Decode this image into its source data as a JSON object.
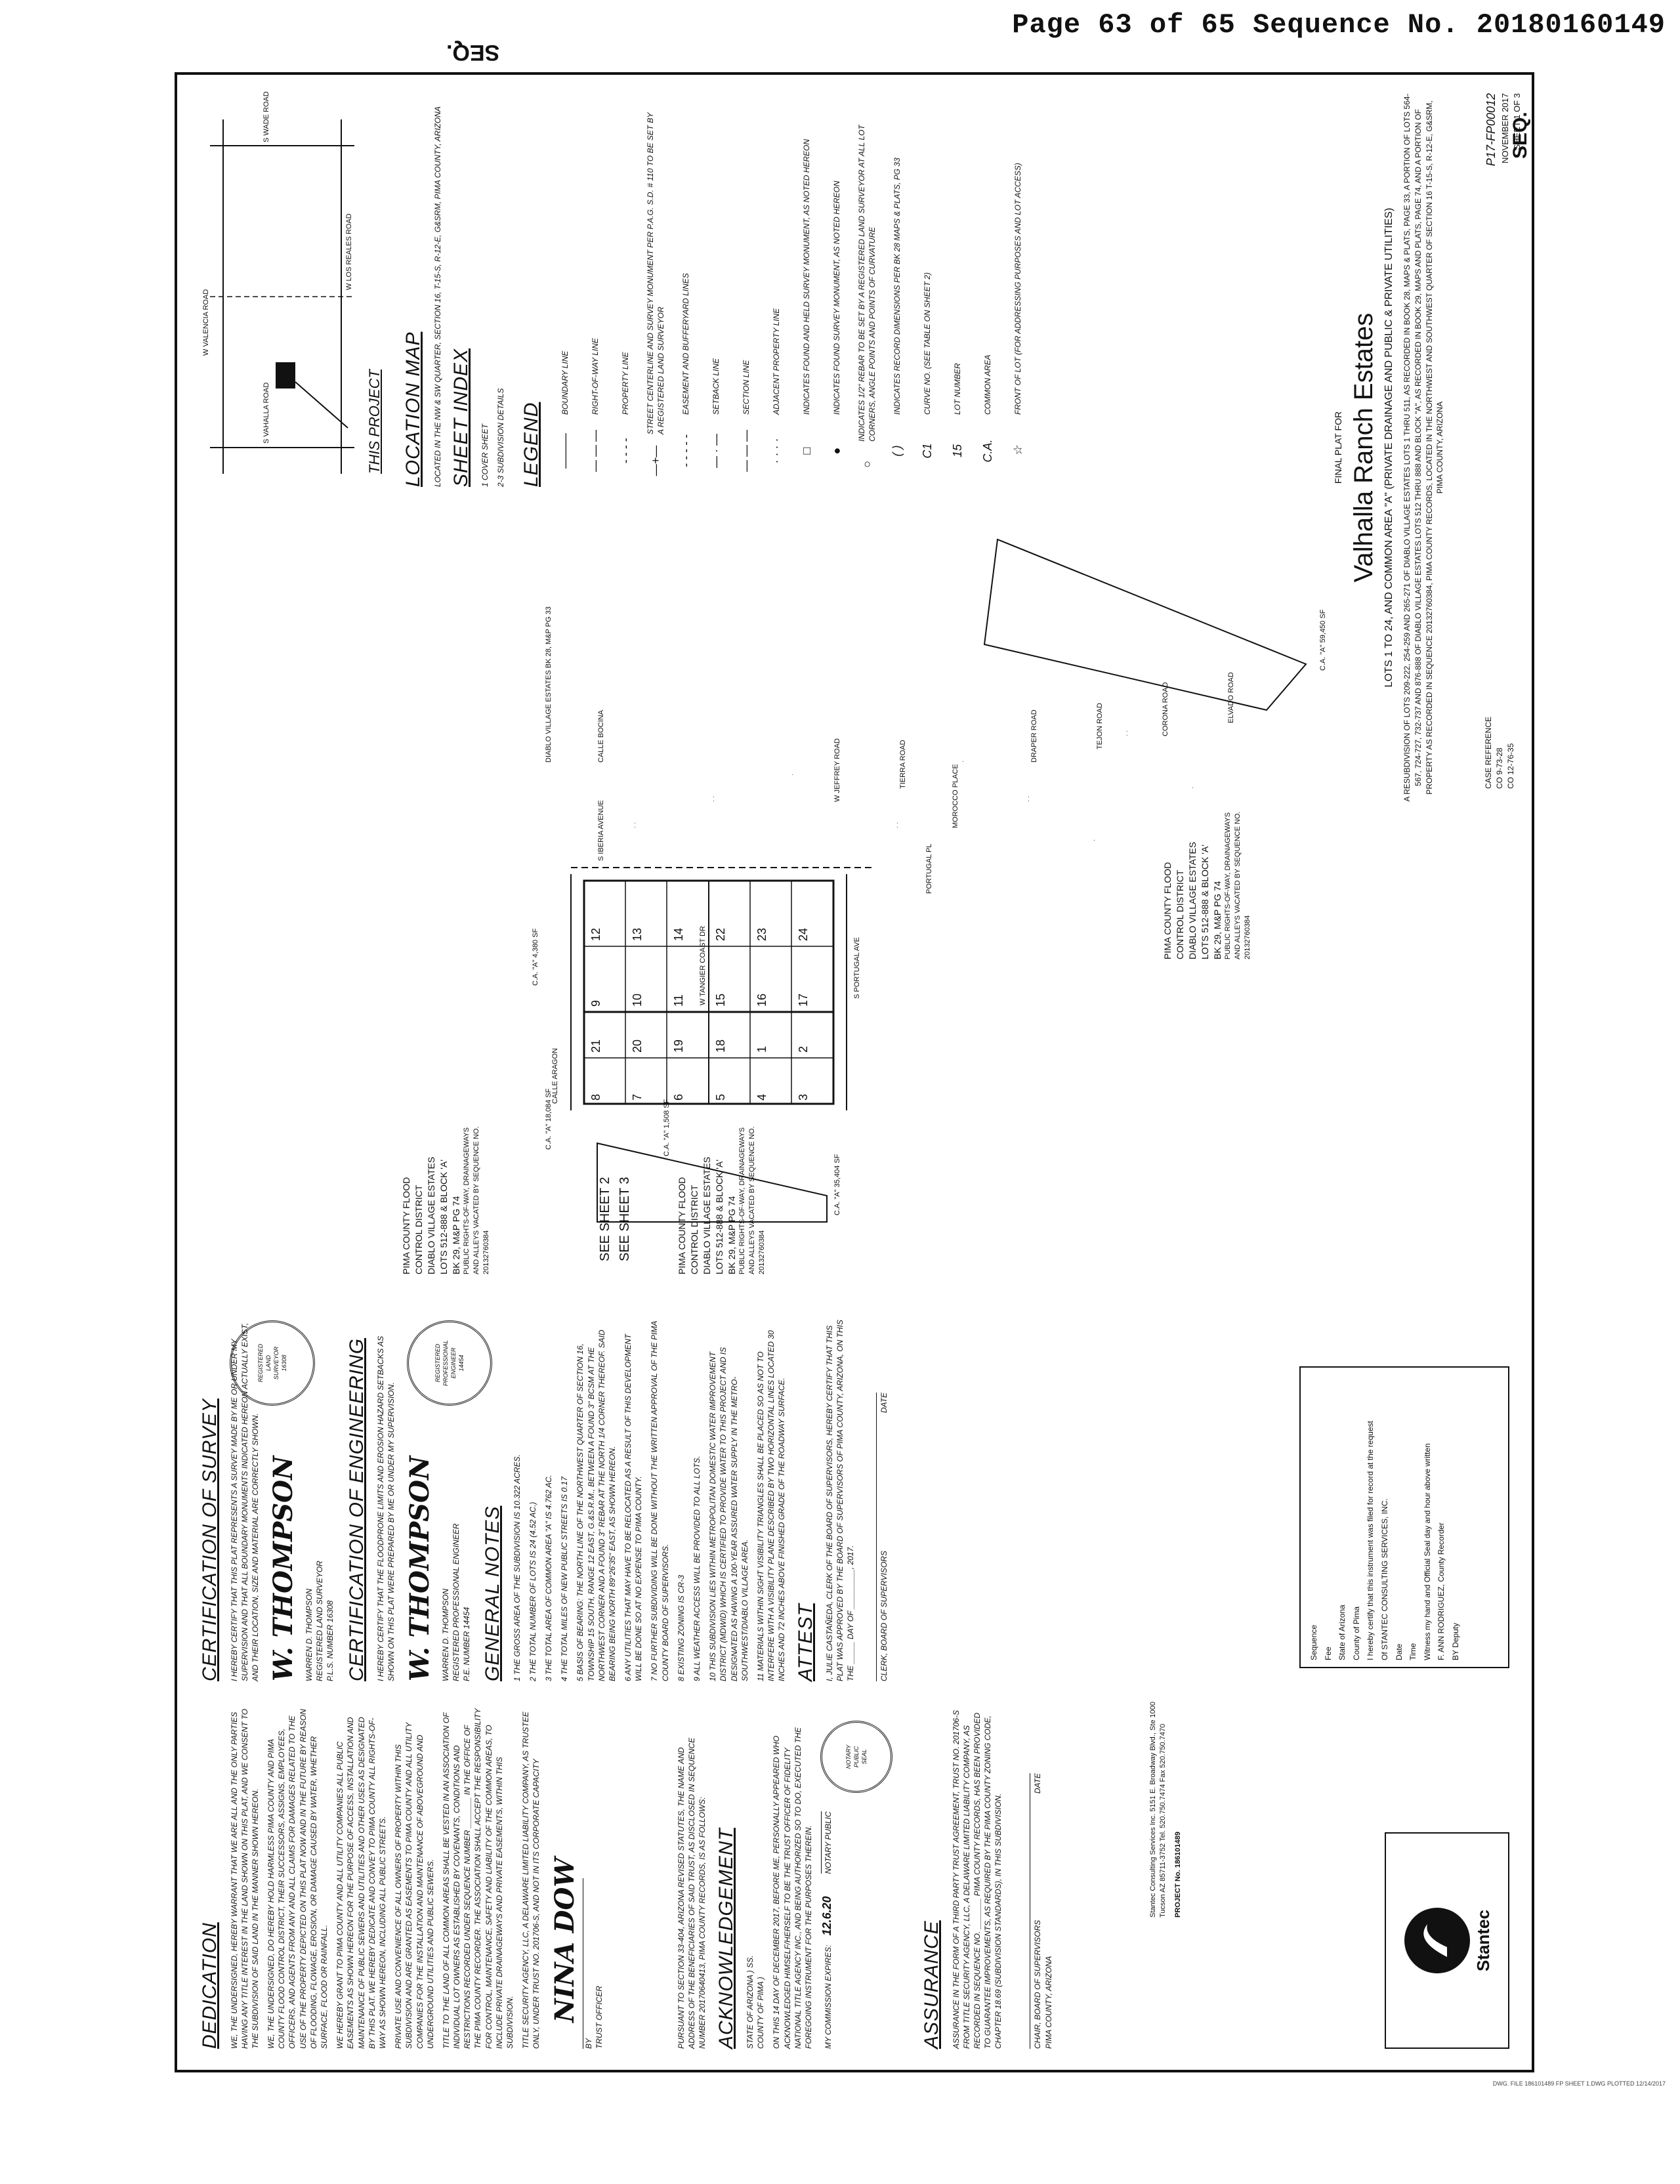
{
  "header": {
    "page_line": "Page 63 of 65 Sequence No. 20180160149",
    "seq_top": "SEQ."
  },
  "dedication": {
    "title": "DEDICATION",
    "paragraphs": [
      "WE, THE UNDERSIGNED, HEREBY WARRANT THAT WE ARE ALL AND THE ONLY PARTIES HAVING ANY TITLE INTEREST IN THE LAND SHOWN ON THIS PLAT, AND WE CONSENT TO THE SUBDIVISION OF SAID LAND IN THE MANNER SHOWN HEREON.",
      "WE, THE UNDERSIGNED, DO HEREBY HOLD HARMLESS PIMA COUNTY AND PIMA COUNTY FLOOD CONTROL DISTRICT, THEIR SUCCESSORS, ASSIGNS, EMPLOYEES, OFFICERS, AND AGENTS FROM ANY AND ALL CLAIMS FOR DAMAGES RELATED TO THE USE OF THE PROPERTY DEPICTED ON THIS PLAT NOW AND IN THE FUTURE BY REASON OF FLOODING, FLOWAGE, EROSION, OR DAMAGE CAUSED BY WATER, WHETHER SURFACE, FLOOD OR RAINFALL.",
      "WE HEREBY GRANT TO PIMA COUNTY AND ALL UTILITY COMPANIES ALL PUBLIC EASEMENTS AS SHOWN HEREON FOR THE PURPOSE OF ACCESS, INSTALLATION AND MAINTENANCE OF PUBLIC SEWERS AND UTILITIES AND OTHER USES AS DESIGNATED BY THIS PLAT. WE HEREBY DEDICATE AND CONVEY TO PIMA COUNTY ALL RIGHTS-OF-WAY AS SHOWN HEREON, INCLUDING ALL PUBLIC STREETS.",
      "PRIVATE USE AND CONVENIENCE OF ALL OWNERS OF PROPERTY WITHIN THIS SUBDIVISION AND ARE GRANTED AS EASEMENTS TO PIMA COUNTY AND ALL UTILITY COMPANIES FOR THE INSTALLATION AND MAINTENANCE OF ABOVEGROUND AND UNDERGROUND UTILITIES AND PUBLIC SEWERS.",
      "TITLE TO THE LAND OF ALL COMMON AREAS SHALL BE VESTED IN AN ASSOCIATION OF INDIVIDUAL LOT OWNERS AS ESTABLISHED BY COVENANTS, CONDITIONS AND RESTRICTIONS RECORDED UNDER SEQUENCE NUMBER _______ IN THE OFFICE OF THE PIMA COUNTY RECORDER. THE ASSOCIATION SHALL ACCEPT THE RESPONSIBILITY FOR CONTROL, MAINTENANCE, SAFETY AND LIABILITY OF THE COMMON AREAS, TO INCLUDE PRIVATE DRAINAGEWAYS AND PRIVATE EASEMENTS, WITHIN THIS SUBDIVISION.",
      "TITLE SECURITY AGENCY, LLC, A DELAWARE LIMITED LIABILITY COMPANY, AS TRUSTEE ONLY, UNDER TRUST NO. 201706-S, AND NOT IN ITS CORPORATE CAPACITY"
    ],
    "by": "BY",
    "trust_officer": "TRUST OFFICER"
  },
  "acknowledgement": {
    "title": "ACKNOWLEDGEMENT",
    "state": "STATE OF ARIZONA  ) SS.",
    "county": "COUNTY OF PIMA  )",
    "body": "ON THIS 14 DAY OF DECEMBER 2017, BEFORE ME, PERSONALLY APPEARED WHO ACKNOWLEDGED HIMSELF/HERSELF TO BE THE TRUST OFFICER OF FIDELITY NATIONAL TITLE AGENCY INC., AND BEING AUTHORIZED SO TO DO, EXECUTED THE FOREGOING INSTRUMENT FOR THE PURPOSES THEREIN.",
    "commission": "MY COMMISSION EXPIRES:",
    "commission_date": "12.6.20",
    "notary": "NOTARY PUBLIC",
    "pursuant": "PURSUANT TO SECTION 33-404, ARIZONA REVISED STATUTES, THE NAME AND ADDRESS OF THE BENEFICIARIES OF SAID TRUST, AS DISCLOSED IN SEQUENCE NUMBER 20170640413, PIMA COUNTY RECORDS, IS AS FOLLOWS:"
  },
  "assurance": {
    "title": "ASSURANCE",
    "body": "ASSURANCE IN THE FORM OF A THIRD PARTY TRUST AGREEMENT, TRUST NO. 201706-S FROM TITLE SECURITY AGENCY, LLC, A DELAWARE LIMITED LIABILITY COMPANY, AS RECORDED IN SEQUENCE NO. _______ PIMA COUNTY RECORDS, HAS BEEN PROVIDED TO GUARANTEE IMPROVEMENTS, AS REQUIRED BY THE PIMA COUNTY ZONING CODE, CHAPTER 18.69 (SUBDIVISION STANDARDS), IN THIS SUBDIVISION.",
    "chair": "CHAIR, BOARD OF SUPERVISORS",
    "chair2": "PIMA COUNTY, ARIZONA",
    "date": "DATE"
  },
  "stantec": {
    "name": "Stantec",
    "address": "Stantec Consulting Services Inc. 5151 E. Broadway Blvd., Ste 1000 Tucson AZ 85711-3752 Tel. 520.750.7474 Fax 520.750.7470",
    "project": "PROJECT No. 186101489"
  },
  "survey": {
    "title": "CERTIFICATION OF SURVEY",
    "body": "I HEREBY CERTIFY THAT THIS PLAT REPRESENTS A SURVEY MADE BY ME OR UNDER MY SUPERVISION AND THAT ALL BOUNDARY MONUMENTS INDICATED HEREON ACTUALLY EXIST, AND THEIR LOCATION, SIZE AND MATERIAL ARE CORRECTLY SHOWN.",
    "name": "WARREN D. THOMPSON",
    "role": "REGISTERED LAND SURVEYOR",
    "number": "P.L.S. NUMBER 16308"
  },
  "engineering": {
    "title": "CERTIFICATION OF ENGINEERING",
    "body": "I HEREBY CERTIFY THAT THE FLOODPRONE LIMITS AND EROSION HAZARD SETBACKS AS SHOWN ON THIS PLAT WERE PREPARED BY ME OR UNDER MY SUPERVISION.",
    "name": "WARREN D. THOMPSON",
    "role": "REGISTERED PROFESSIONAL ENGINEER",
    "number": "P.E. NUMBER 14454"
  },
  "general_notes": {
    "title": "GENERAL NOTES",
    "items": [
      "1  THE GROSS AREA OF THE SUBDIVISION IS 10.322 ACRES.",
      "2  THE TOTAL NUMBER OF LOTS IS 24 (4.52 Ac.)",
      "3  THE TOTAL AREA OF COMMON AREA \"A\" IS 4.762 AC.",
      "4  THE TOTAL MILES OF NEW PUBLIC STREETS IS 0.17",
      "5  BASIS OF BEARING: THE NORTH LINE OF THE NORTHWEST QUARTER OF SECTION 16, TOWNSHIP 15 SOUTH, RANGE 12 EAST, G.&S.R.M., BETWEEN A FOUND 3\" BCSM AT THE NORTHWEST CORNER AND A FOUND 3\" REBAR AT THE NORTH 1/4 CORNER THEREOF. SAID BEARING BEING NORTH 89°26'35\" EAST, AS SHOWN HEREON.",
      "6  ANY UTILITIES THAT MAY HAVE TO BE RELOCATED AS A RESULT OF THIS DEVELOPMENT WILL BE DONE SO AT NO EXPENSE TO PIMA COUNTY.",
      "7  NO FURTHER SUBDIVIDING WILL BE DONE WITHOUT THE WRITTEN APPROVAL OF THE PIMA COUNTY BOARD OF SUPERVISORS.",
      "8  EXISTING ZONING IS CR-3",
      "9  ALL WEATHER ACCESS WILL BE PROVIDED TO ALL LOTS.",
      "10  THIS SUBDIVISION LIES WITHIN METROPOLITAN DOMESTIC WATER IMPROVEMENT DISTRICT (MDWID) WHICH IS CERTIFIED TO PROVIDE WATER TO THIS PROJECT AND IS DESIGNATED AS HAVING A 100-YEAR ASSURED WATER SUPPLY IN THE METRO-SOUTHWEST/DIABLO VILLAGE AREA.",
      "11  MATERIALS WITHIN SIGHT VISIBILITY TRIANGLES SHALL BE PLACED SO AS NOT TO INTERFERE WITH A VISIBILITY PLANE DESCRIBED BY TWO HORIZONTAL LINES LOCATED 30 INCHES AND 72 INCHES ABOVE FINISHED GRADE OF THE ROADWAY SURFACE."
    ]
  },
  "attest": {
    "title": "ATTEST",
    "body": "I, JULIE CASTAÑEDA, CLERK OF THE BOARD OF SUPERVISORS, HEREBY CERTIFY THAT THIS PLAT WAS APPROVED BY THE BOARD OF SUPERVISORS OF PIMA COUNTY, ARIZONA, ON THIS THE _____ DAY OF _________, 2017.",
    "clerk": "CLERK, BOARD OF SUPERVISORS",
    "date": "DATE"
  },
  "recorder": {
    "lines": [
      "Sequence",
      "Fee",
      "State of Arizona",
      "County of Pima",
      "I hereby certify that this instrument was filed for record at the request",
      "Of STANTEC CONSULTING SERVICES, INC.",
      "Date",
      "Time",
      "Witness my hand and Official Seal day and hour above written",
      "F. ANN RODRIGUEZ, County Recorder",
      "BY  Deputy"
    ]
  },
  "map": {
    "pima_left": [
      "PIMA COUNTY FLOOD",
      "CONTROL DISTRICT",
      "Diablo Village Estates",
      "Lots 512-888 & Block 'A'",
      "Bk 29, M&P Pg 74",
      "PUBLIC RIGHTS-OF-WAY, DRAINAGEWAYS",
      "AND ALLEYS VACATED BY SEQUENCE NO.",
      "20132760384"
    ],
    "pima_mid": [
      "PIMA COUNTY FLOOD",
      "CONTROL DISTRICT",
      "Diablo Village Estates",
      "Lots 512-888 & Block 'A'",
      "Bk 29, M&P Pg 74",
      "PUBLIC RIGHTS-OF-WAY, DRAINAGEWAYS",
      "AND ALLEYS VACATED BY SEQUENCE NO.",
      "20132760384"
    ],
    "pima_right": [
      "PIMA COUNTY FLOOD",
      "CONTROL DISTRICT",
      "Diablo Village Estates",
      "Lots 512-888 & Block 'A'",
      "Bk 29, M&P Pg 74",
      "PUBLIC RIGHTS-OF-WAY, DRAINAGEWAYS",
      "AND ALLEYS VACATED BY SEQUENCE NO.",
      "20132760384"
    ],
    "see_sheet2": "SEE SHEET 2",
    "see_sheet3": "SEE SHEET 3",
    "ca1": "C.A. \"A\" 18,084 SF",
    "ca2": "C.A. \"A\" 1,508 SF",
    "ca3": "C.A. \"A\" 35,404 SF",
    "ca4": "C.A. \"A\" 4,380 SF",
    "ca5": "C.A. \"A\" 59,450 SF",
    "streets": [
      "CALLE ARAGON",
      "W TANGIER COAST DR",
      "S IBERIA AVENUE",
      "S PORTUGAL AVE",
      "CALLE BOCINA",
      "W JEFFREY ROAD",
      "TIERRA ROAD",
      "MOROCCO PLACE",
      "DRAPER ROAD",
      "TEJON ROAD",
      "CORONA ROAD",
      "ELVADO ROAD",
      "PORTUGAL PL"
    ],
    "lots": [
      "1",
      "2",
      "3",
      "4",
      "5",
      "6",
      "7",
      "8",
      "9",
      "10",
      "11",
      "12",
      "13",
      "14",
      "15",
      "16",
      "17",
      "18",
      "19",
      "20",
      "21",
      "22",
      "23",
      "24"
    ],
    "dve": "Diablo Village Estates Bk 28, M&P Pg 33"
  },
  "location_map": {
    "title": "LOCATION MAP",
    "caption": "LOCATED IN THE NW & SW QUARTER, SECTION 16, T-15-S, R-12-E, G&SRM, PIMA COUNTY, ARIZONA",
    "this_project": "THIS PROJECT",
    "roads": [
      "W VALENCIA ROAD",
      "S WADE ROAD",
      "S VAHALLA ROAD",
      "W LOS REALES ROAD"
    ]
  },
  "sheet_index": {
    "title": "SHEET INDEX",
    "items": [
      "1  COVER SHEET",
      "2-3  SUBDIVISION DETAILS"
    ]
  },
  "legend": {
    "title": "LEGEND",
    "items": [
      {
        "sym": "———",
        "text": "BOUNDARY LINE"
      },
      {
        "sym": "— — —",
        "text": "RIGHT-OF-WAY LINE"
      },
      {
        "sym": "- - - -",
        "text": "PROPERTY LINE"
      },
      {
        "sym": "—+—",
        "text": "STREET CENTERLINE AND SURVEY MONUMENT PER P.A.G. S.D. # 110 TO BE SET BY A REGISTERED LAND SURVEYOR"
      },
      {
        "sym": "- - - - -",
        "text": "EASEMENT AND BUFFERYARD LINES"
      },
      {
        "sym": "— · —",
        "text": "SETBACK LINE"
      },
      {
        "sym": "— — —",
        "text": "SECTION LINE"
      },
      {
        "sym": "· · · ·",
        "text": "ADJACENT PROPERTY LINE"
      },
      {
        "sym": "□",
        "text": "INDICATES FOUND AND HELD SURVEY MONUMENT, AS NOTED HEREON"
      },
      {
        "sym": "●",
        "text": "INDICATES FOUND SURVEY MONUMENT, AS NOTED HEREON"
      },
      {
        "sym": "○",
        "text": "INDICATES 1/2\" REBAR TO BE SET BY A REGISTERED LAND SURVEYOR AT ALL LOT CORNERS, ANGLE POINTS AND POINTS OF CURVATURE"
      },
      {
        "sym": "( )",
        "text": "INDICATES RECORD DIMENSIONS PER BK 28 MAPS & PLATS, PG 33"
      },
      {
        "sym": "C1",
        "text": "CURVE NO. (SEE TABLE ON SHEET 2)"
      },
      {
        "sym": "15",
        "text": "LOT NUMBER"
      },
      {
        "sym": "C.A.",
        "text": "COMMON AREA"
      },
      {
        "sym": "☆",
        "text": "FRONT OF LOT (FOR ADDRESSING PURPOSES AND LOT ACCESS)"
      }
    ]
  },
  "title_block": {
    "final_plat": "FINAL PLAT FOR",
    "name": "Valhalla Ranch Estates",
    "lots": "LOTS 1 TO 24, AND COMMON AREA \"A\" (PRIVATE DRAINAGE AND PUBLIC & PRIVATE UTILITIES)",
    "desc": "A RESUBDIVISION OF LOTS 209-222, 254-259 AND 265-271 OF DIABLO VILLAGE ESTATES LOTS 1 THRU 511, AS RECORDED IN BOOK 28, MAPS & PLATS, PAGE 33, A PORTION OF LOTS 564-567, 724-727, 732-737 AND 876-888 OF DIABLO VILLAGE ESTATES LOTS 512 THRU 888 AND BLOCK \"A\", AS RECORDED IN BOOK 29, MAPS AND PLATS, PAGE 74, AND A PORTION OF PROPERTY AS RECORDED IN SEQUENCE 20132760384, PIMA COUNTY RECORDS, LOCATED IN THE NORTHWEST AND SOUTHWEST QUARTER OF SECTION 16 T-15-S, R-12-E, G&SRM, PIMA COUNTY, ARIZONA",
    "case_ref": "CASE REFERENCE",
    "case1": "CO 9-73-28",
    "case2": "CO 12-76-35",
    "plat_no": "P17-FP00012",
    "date": "NOVEMBER 2017",
    "sheet": "Sheet 1 of 3",
    "seq": "SEQ."
  },
  "footer": {
    "text": "DWG. FILE 186101489 FP SHEET 1.DWG  PLOTTED 12/14/2017"
  }
}
